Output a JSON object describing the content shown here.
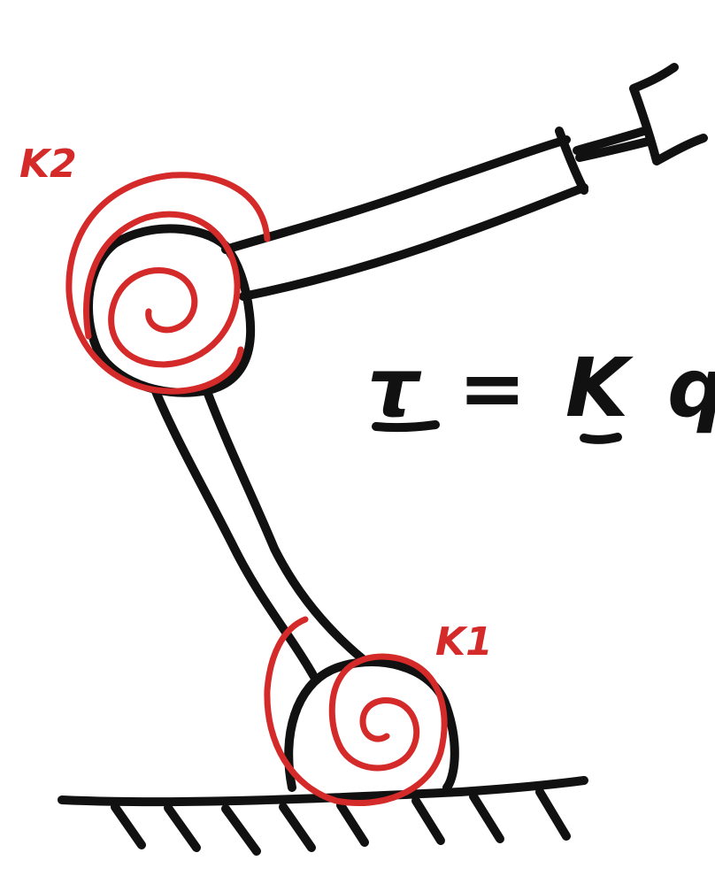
{
  "diagram": {
    "spring_labels": {
      "joint2": "K2",
      "joint1": "K1"
    },
    "equation": "τ = K q",
    "colors": {
      "ink": "#111111",
      "spring": "#d42a2a",
      "background": "#ffffff"
    }
  }
}
